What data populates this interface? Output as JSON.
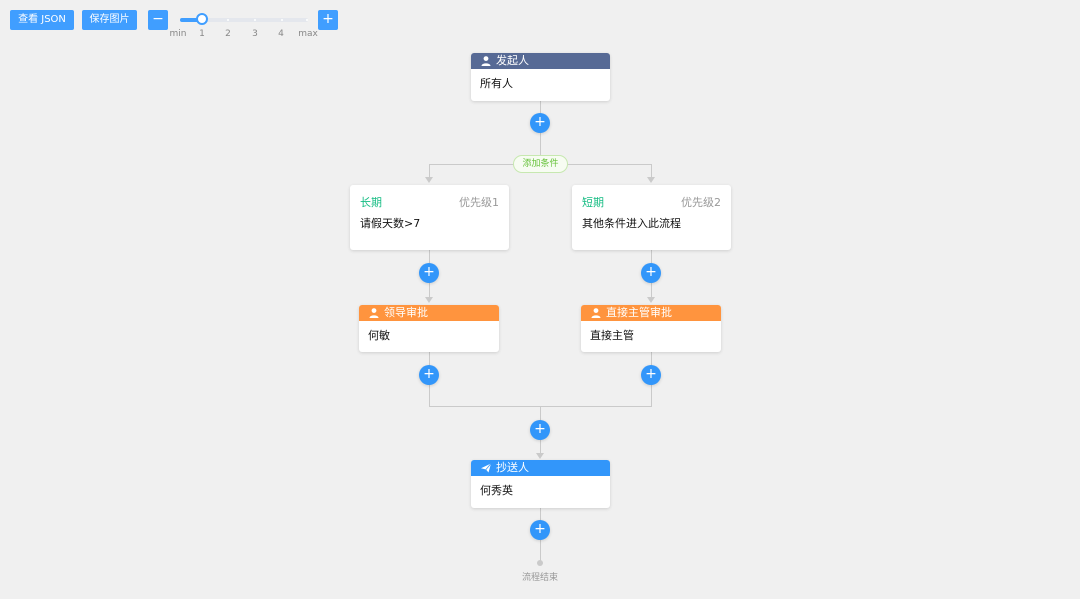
{
  "toolbar": {
    "view_json_label": "查看 JSON",
    "save_image_label": "保存图片",
    "zoom_out_symbol": "−",
    "zoom_in_symbol": "+",
    "zoom_marks": [
      "min",
      "1",
      "2",
      "3",
      "4",
      "max"
    ],
    "zoom_level_fraction": 0.17
  },
  "start_node": {
    "title": "发起人",
    "icon": "user-icon",
    "content": "所有人"
  },
  "add_condition_label": "添加条件",
  "branches": [
    {
      "condition": {
        "title": "长期",
        "priority": "优先级1",
        "content": "请假天数>7"
      },
      "approver": {
        "title": "领导审批",
        "icon": "user-icon",
        "content": "何敏"
      }
    },
    {
      "condition": {
        "title": "短期",
        "priority": "优先级2",
        "content": "其他条件进入此流程"
      },
      "approver": {
        "title": "直接主管审批",
        "icon": "user-icon",
        "content": "直接主管"
      }
    }
  ],
  "cc_node": {
    "title": "抄送人",
    "icon": "send-icon",
    "content": "何秀英"
  },
  "end_label": "流程结束",
  "add_symbol": "+",
  "colors": {
    "primary": "#409eff",
    "start_header": "#576a95",
    "approver_header": "#ff943e",
    "cc_header": "#3296fa",
    "condition_title": "#15bc83"
  }
}
